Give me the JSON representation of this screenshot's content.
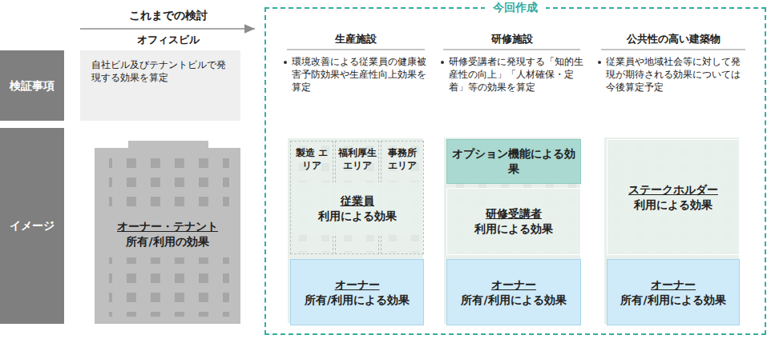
{
  "diagram": {
    "nodes": [
      {
        "text": [
          "今回作成"
        ]
      },
      {
        "text": [
          "検証事項"
        ]
      },
      {
        "text": [
          "イメージ"
        ]
      },
      {
        "text": [
          "自社ビル及びテナントビルで発現する効果を算定"
        ]
      },
      {
        "text": [
          "オーナー・テナント",
          "所有/利用の効果"
        ]
      },
      {
        "text": [
          "製造 エリア"
        ],
        "in": 0
      },
      {
        "text": [
          "福利厚生 エリア"
        ],
        "in": 0
      },
      {
        "text": [
          "事務所 エリア"
        ],
        "in": 0
      },
      {
        "text": [
          "従業員",
          "利用による効果"
        ],
        "in": 0
      },
      {
        "text": [
          "オーナー",
          "所有/利用による効果"
        ],
        "in": 0
      },
      {
        "text": [
          "オプション機能による効果"
        ],
        "in": 0
      },
      {
        "text": [
          "研修受講者",
          "利用による効果"
        ],
        "in": 0
      },
      {
        "text": [
          "オーナー",
          "所有/利用による効果"
        ],
        "in": 0
      },
      {
        "text": [
          "ステークホルダー",
          "利用による効果"
        ],
        "in": 0
      },
      {
        "text": [
          "オーナー",
          "所有/利用による効果"
        ],
        "in": 0
      }
    ],
    "labels": [
      "これまでの検討",
      "オフィスビル",
      "生産施設",
      "研修施設",
      "公共性の高い建築物",
      "環境改善による従業員の健康被害予防効果や生産性向上効果を算定",
      "研修受講者に発現する「知的生産性の向上」「人材確保・定着」等の効果を算定",
      "従業員や地域社会等に対して発現が期待される効果については今後算定予定"
    ]
  }
}
